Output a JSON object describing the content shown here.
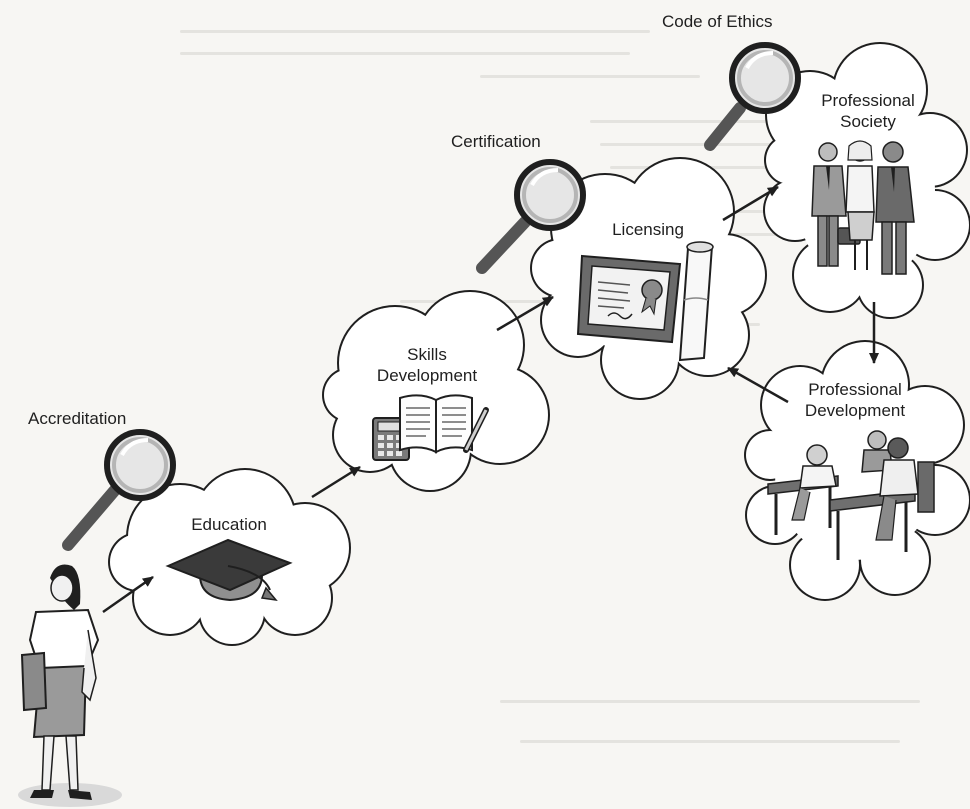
{
  "diagram": {
    "labels": {
      "accreditation": "Accreditation",
      "certification": "Certification",
      "code_of_ethics": "Code of Ethics"
    },
    "stages": {
      "education": "Education",
      "skills_line1": "Skills",
      "skills_line2": "Development",
      "licensing": "Licensing",
      "society_line1": "Professional",
      "society_line2": "Society",
      "prodev_line1": "Professional",
      "prodev_line2": "Development"
    }
  },
  "colors": {
    "ink": "#1f1f1f",
    "cloud_fill": "#ffffff",
    "figure_gray": "#9a9a9a",
    "dark_gray": "#555555",
    "background": "#f7f6f3"
  }
}
